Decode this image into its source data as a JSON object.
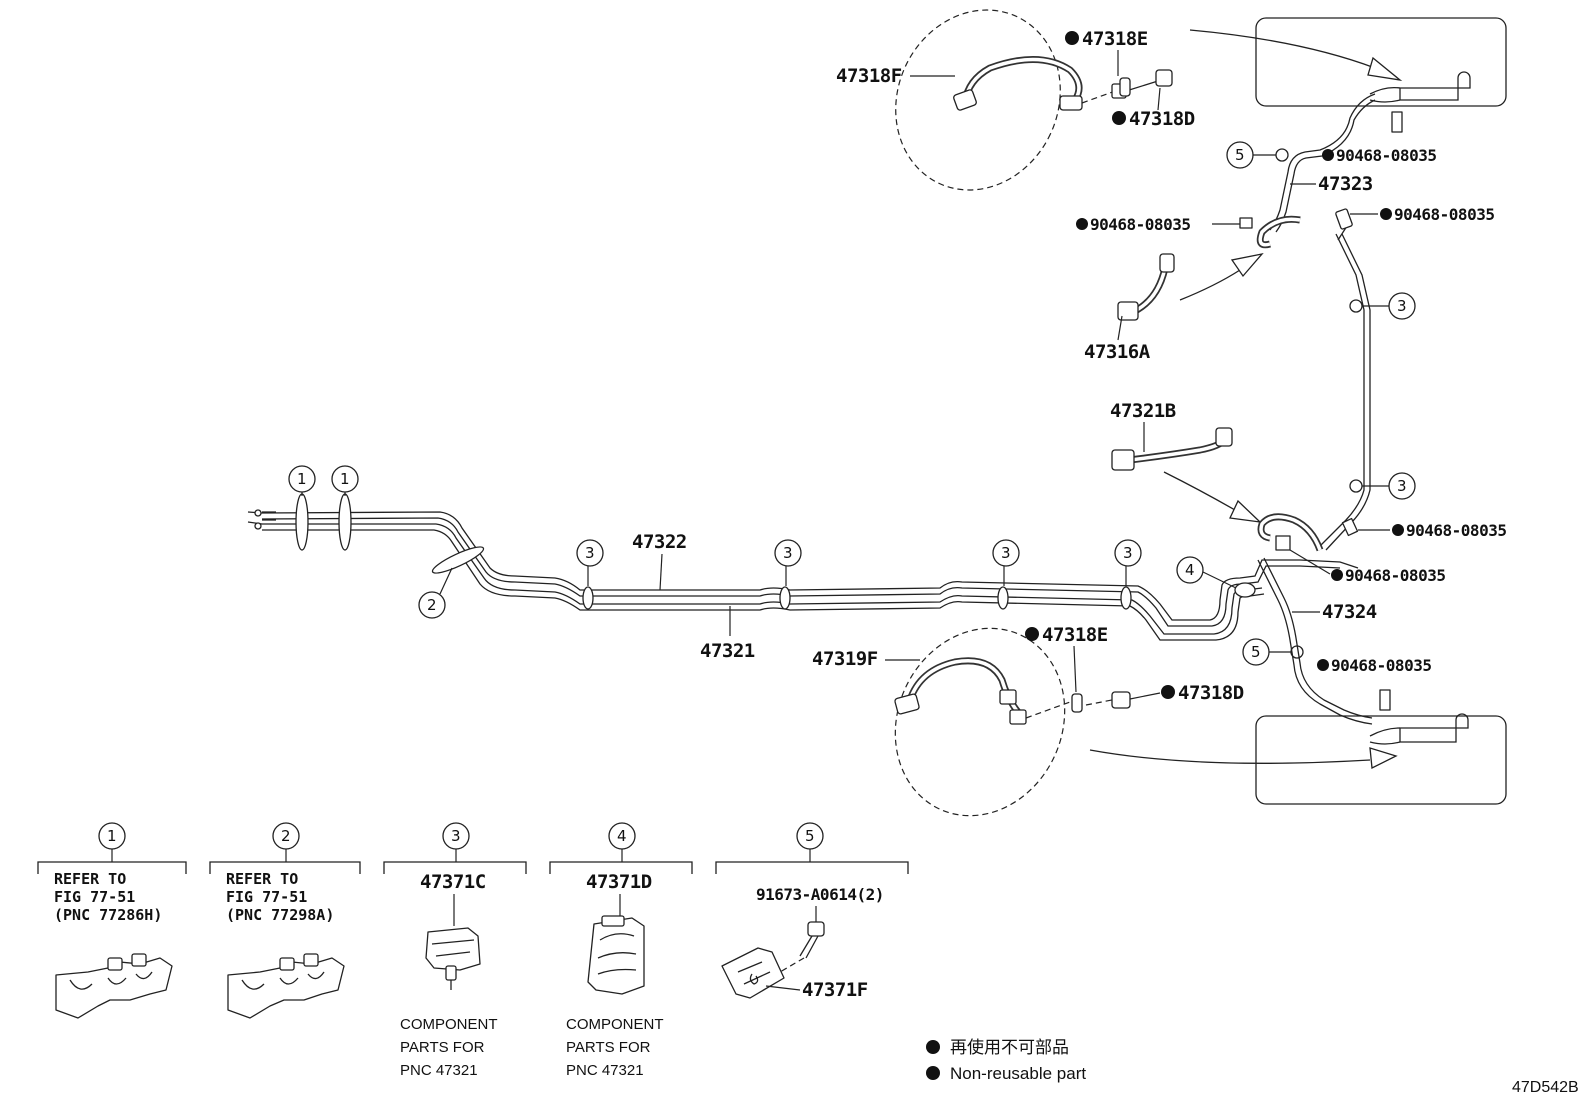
{
  "diagram_code": "47D542B",
  "legend": {
    "line_jp": "再使用不可部品",
    "line_en": "Non-reusable part"
  },
  "part_numbers": {
    "p47318F": "47318F",
    "p47318E_top": "47318E",
    "p47318D_top": "47318D",
    "p90468_a": "90468-08035",
    "p47323": "47323",
    "p90468_b": "90468-08035",
    "p90468_c": "90468-08035",
    "p47316A": "47316A",
    "p47321B": "47321B",
    "p90468_d": "90468-08035",
    "p90468_e": "90468-08035",
    "p47322": "47322",
    "p47321": "47321",
    "p47324": "47324",
    "p90468_f": "90468-08035",
    "p47319F": "47319F",
    "p47318E_bot": "47318E",
    "p47318D_bot": "47318D"
  },
  "callouts": {
    "c1": "1",
    "c2": "2",
    "c3": "3",
    "c4": "4",
    "c5": "5"
  },
  "details": {
    "d1": {
      "num": "1",
      "line1": "REFER TO",
      "line2": "FIG 77-51",
      "line3": "(PNC 77286H)"
    },
    "d2": {
      "num": "2",
      "line1": "REFER TO",
      "line2": "FIG 77-51",
      "line3": "(PNC 77298A)"
    },
    "d3": {
      "num": "3",
      "part": "47371C",
      "line1": "COMPONENT",
      "line2": "PARTS FOR",
      "line3": "PNC 47321"
    },
    "d4": {
      "num": "4",
      "part": "47371D",
      "line1": "COMPONENT",
      "line2": "PARTS FOR",
      "line3": "PNC 47321"
    },
    "d5": {
      "num": "5",
      "part_bolt": "91673-A0614(2)",
      "part_clamp": "47371F"
    }
  }
}
